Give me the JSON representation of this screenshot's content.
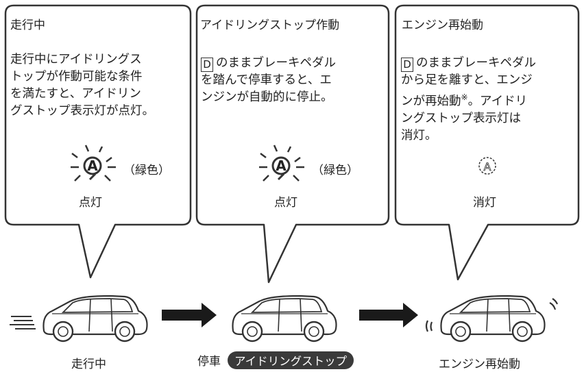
{
  "panels": [
    {
      "title": "走行中",
      "body": [
        "走行中にアイドリングス",
        "トップが作動可能な条件",
        "を満たすと、アイドリン",
        "グストップ表示灯が点灯。"
      ],
      "indicator_color_note": "（緑色）",
      "indicator_state": "点灯",
      "indicator_lit": true
    },
    {
      "title": "アイドリングストップ作動",
      "body_key": "D",
      "body": [
        "のままブレーキペダル",
        "を踏んで停車すると、エ",
        "ンジンが自動的に停止。"
      ],
      "indicator_color_note": "（緑色）",
      "indicator_state": "点灯",
      "indicator_lit": true
    },
    {
      "title": "エンジン再始動",
      "body_key": "D",
      "body": [
        "のままブレーキペダル",
        "から足を離すと、エンジ",
        "ンが再始動",
        "。アイドリ",
        "ングストップ表示灯は",
        "消灯。"
      ],
      "note_mark": "※",
      "indicator_state": "消灯",
      "indicator_lit": false
    }
  ],
  "indicator_glyph": "A",
  "bottom_labels": {
    "left": "走行中",
    "middle": "停車",
    "middle_pill": "アイドリングストップ",
    "right": "エンジン再始動"
  },
  "colors": {
    "outline": "#333333",
    "arrow": "#1a1a1a",
    "pill": "#3a3a3a"
  }
}
